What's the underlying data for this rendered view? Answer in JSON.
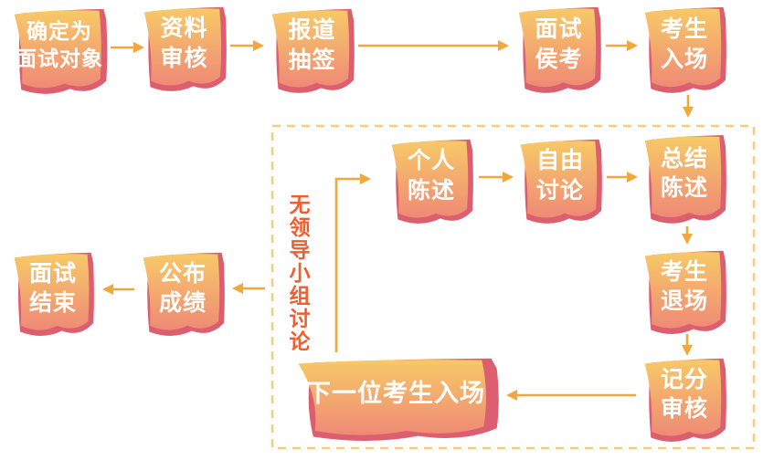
{
  "colors": {
    "card_top": "#F7C967",
    "card_bottom": "#EF8A76",
    "card_edge": "#DB5F6E",
    "arrow": "#F2A73B",
    "dashed_border": "#F4CE7D",
    "group_label": "#EE5E2E",
    "card_text": "#FFFFFF",
    "background": "#FFFFFF"
  },
  "nodes": {
    "confirm": {
      "label": "确定为\n面试对象"
    },
    "material_review": {
      "label": "资料\n审核"
    },
    "register_draw": {
      "label": "报道\n抽签"
    },
    "interview_wait": {
      "label": "面试\n侯考"
    },
    "candidate_enter": {
      "label": "考生\n入场"
    },
    "personal_statement": {
      "label": "个人\n陈述"
    },
    "free_discussion": {
      "label": "自由\n讨论"
    },
    "summary_statement": {
      "label": "总结\n陈述"
    },
    "candidate_exit": {
      "label": "考生\n退场"
    },
    "score_review": {
      "label": "记分\n审核"
    },
    "next_candidate": {
      "label": "下一位考生入场"
    },
    "announce_results": {
      "label": "公布\n成绩"
    },
    "interview_end": {
      "label": "面试\n结束"
    }
  },
  "group": {
    "label": "无领导小组讨论"
  }
}
